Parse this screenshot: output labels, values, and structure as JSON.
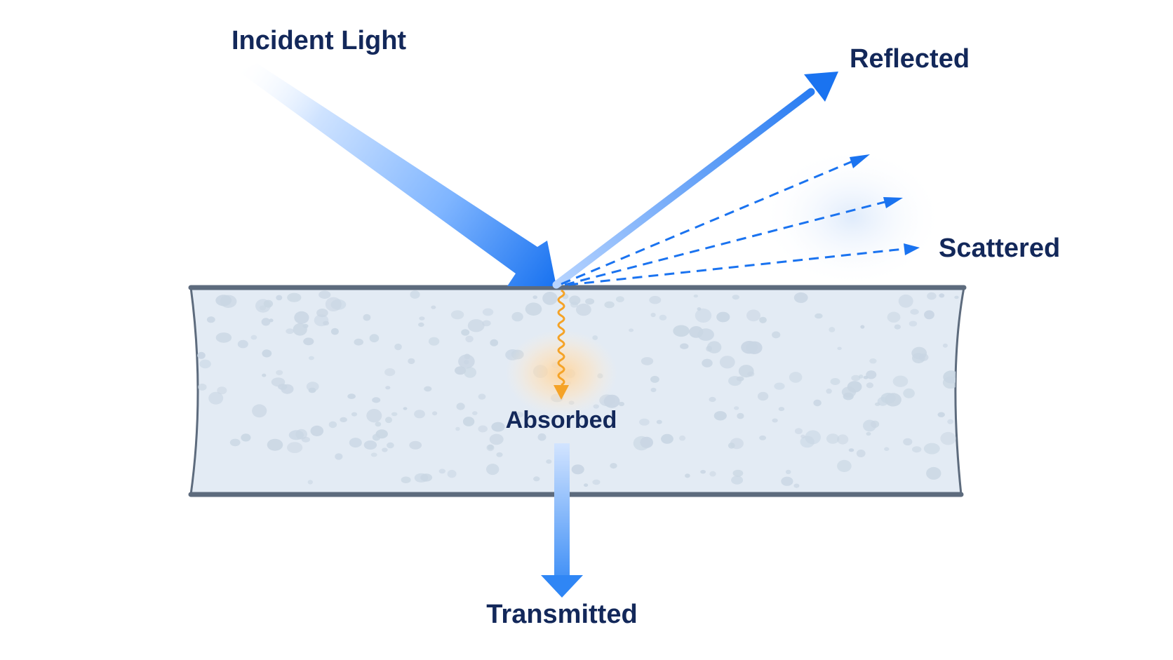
{
  "labels": {
    "incident": "Incident Light",
    "reflected": "Reflected",
    "scattered": "Scattered",
    "absorbed": "Absorbed",
    "transmitted": "Transmitted"
  },
  "colors": {
    "label_text": "#13285a",
    "beam_blue": "#1a73f0",
    "absorbed_orange": "#f5a327",
    "slab_fill": "#e3ebf4",
    "slab_edge": "#5d6b7d",
    "slab_pores": "#c9d6e3"
  },
  "icons": {
    "incident": "incident-arrow-icon",
    "reflected": "reflected-arrow-icon",
    "scattered": "scattered-arrow-icon",
    "absorbed": "wavy-arrow-icon",
    "transmitted": "transmitted-arrow-icon"
  }
}
